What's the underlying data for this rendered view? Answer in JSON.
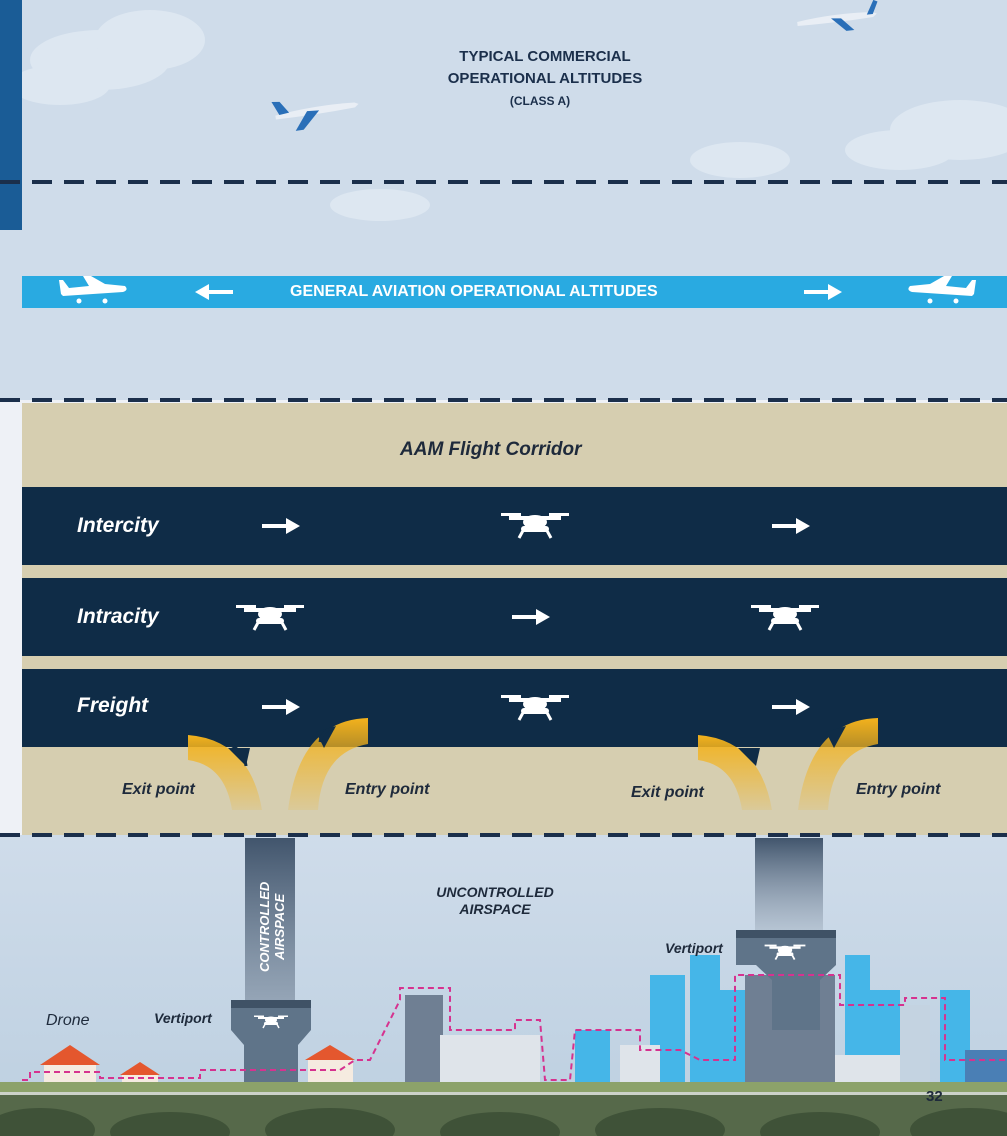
{
  "commercial": {
    "line1": "TYPICAL COMMERCIAL",
    "line2": "OPERATIONAL ALTITUDES",
    "class": "(CLASS A)"
  },
  "general_aviation": {
    "label": "GENERAL AVIATION OPERATIONAL ALTITUDES"
  },
  "corridor": {
    "title": "AAM Flight Corridor"
  },
  "lanes": [
    {
      "label": "Intercity"
    },
    {
      "label": "Intracity"
    },
    {
      "label": "Freight"
    }
  ],
  "points": {
    "exit_left": "Exit point",
    "entry_left": "Entry point",
    "exit_right": "Exit point",
    "entry_right": "Entry point"
  },
  "airspace": {
    "controlled": [
      "CONTROLLED",
      "AIRSPACE"
    ],
    "uncontrolled": [
      "UNCONTROLLED",
      "AIRSPACE"
    ]
  },
  "ground": {
    "drone": "Drone",
    "vertiport_left": "Vertiport",
    "vertiport_right": "Vertiport",
    "page_number": "32"
  },
  "colors": {
    "sky": "#cfdcea",
    "ga_band": "#29aae1",
    "corridor": "#d6ceb0",
    "lane": "#0f2c47",
    "arrow_yellow": "#f3b21c",
    "route_magenta": "#d6328f",
    "accent_bar": "#1a5c96"
  }
}
